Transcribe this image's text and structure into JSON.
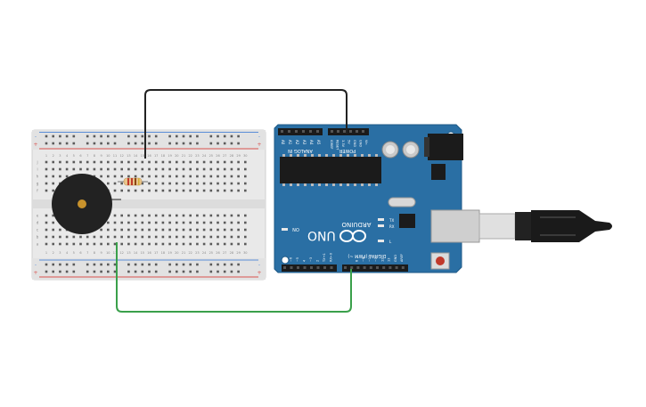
{
  "colors": {
    "canvas": "#ffffff",
    "breadboard": "#e9e9e9",
    "breadboard_rail_red": "#d9534f",
    "breadboard_rail_blue": "#5a8ed8",
    "board": "#2a6fa4",
    "board_dark": "#1f5a87",
    "header": "#1b1b1b",
    "wire_black": "#222222",
    "wire_green": "#3aa04b",
    "buzzer": "#222222",
    "buzzer_center": "#c8922c",
    "usb_cable": "#1a1a1a",
    "usb_plug": "#cfcfcf"
  },
  "breadboard": {
    "col_numbers": [
      "1",
      "2",
      "3",
      "4",
      "5",
      "6",
      "7",
      "8",
      "9",
      "10",
      "11",
      "12",
      "13",
      "14",
      "15",
      "16",
      "17",
      "18",
      "19",
      "20",
      "21",
      "22",
      "23",
      "24",
      "25",
      "26",
      "27",
      "28",
      "29",
      "30"
    ],
    "row_letters_top": [
      "j",
      "i",
      "h",
      "g",
      "f"
    ],
    "row_letters_bottom": [
      "e",
      "d",
      "c",
      "b",
      "a"
    ],
    "rail_plus": "+",
    "rail_minus": "-"
  },
  "arduino": {
    "logo_text": "ARDUINO",
    "model": "UNO",
    "on_label": "ON",
    "power_header_label": "POWER",
    "analog_header_label": "ANALOG IN",
    "digital_header_label": "DIGITAL (PWM ~)",
    "analog_pins": [
      "A0",
      "A1",
      "A2",
      "A3",
      "A4",
      "A5"
    ],
    "power_pins": [
      "IOREF",
      "RESET",
      "3.3V",
      "5V",
      "GND",
      "GND",
      "Vin"
    ],
    "digital_pins_right": [
      "AREF",
      "GND",
      "13",
      "12",
      "~11",
      "~10",
      "~9",
      "8"
    ],
    "digital_pins_left": [
      "7",
      "~6",
      "~5",
      "4",
      "~3",
      "2",
      "TX→1",
      "RX←0"
    ],
    "led_labels": [
      "TX",
      "RX",
      "L"
    ]
  },
  "components": {
    "resistor_name": "resistor",
    "buzzer_name": "piezo buzzer"
  }
}
